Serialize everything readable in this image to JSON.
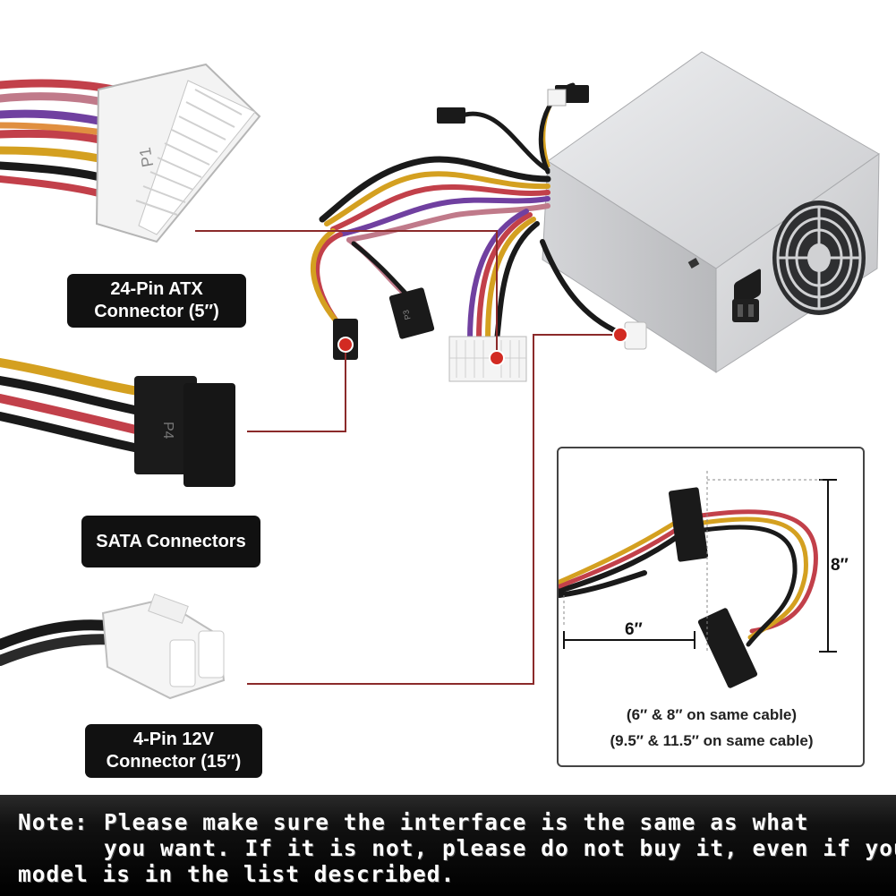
{
  "labels": {
    "atx": {
      "line1": "24-Pin ATX",
      "line2": "Connector (5″)"
    },
    "sata": {
      "text": "SATA Connectors"
    },
    "pin4": {
      "line1": "4-Pin 12V",
      "line2": "Connector (15″)"
    }
  },
  "connector_markings": {
    "p1": "P1",
    "p4": "P4",
    "p3": "P3"
  },
  "inset": {
    "dim_width": "6″",
    "dim_height": "8″",
    "caption_line1": "(6″ & 8″ on same cable)",
    "caption_line2": "(9.5″ & 11.5″ on same cable)"
  },
  "note": {
    "prefix": "Note:",
    "line1": "Please make sure the interface is the same as what",
    "line2": "you want. If it is not, please do not buy it, even if your",
    "line3": "model is in the list described."
  },
  "colors": {
    "callout_line": "#8b2a2a",
    "callout_dot": "#d22a22",
    "psu_body": "#d8d9db",
    "label_bg": "#111111"
  }
}
